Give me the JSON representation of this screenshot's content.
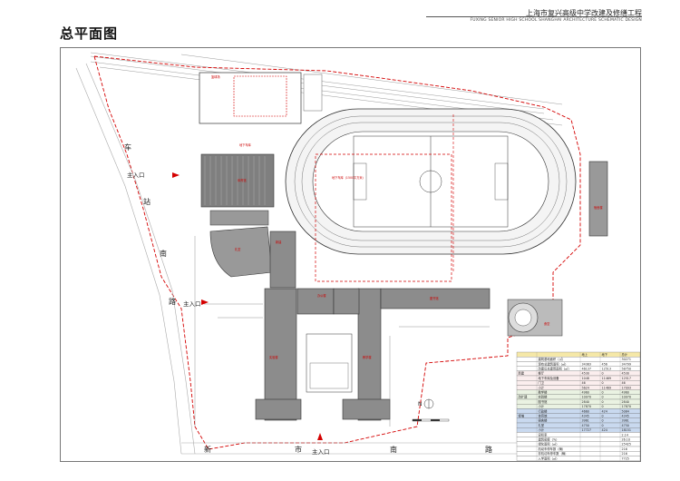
{
  "header": {
    "title_cn": "上海市复兴高级中学改建及修缮工程",
    "title_en": "FUXING SENIOR HIGH SCHOOL SHANGHAI ARCHITECTURE SCHEMATIC DESIGN"
  },
  "page_title": "总平面图",
  "roads": {
    "west": [
      "车",
      "站",
      "南",
      "路"
    ],
    "south": [
      "新",
      "市",
      "南",
      "路"
    ]
  },
  "entrances": [
    "主入口",
    "主入口",
    "主入口"
  ],
  "buildings": {
    "gym": "体育馆",
    "new_teaching": "新建",
    "hall": "礼堂",
    "lab_building": "实验楼",
    "teaching_building": "教学楼",
    "canteen": "食堂",
    "library": "图书馆",
    "office": "办公楼",
    "dorm": "宿舍楼"
  },
  "sports": {
    "pitch": "篮球场",
    "underground_parking": "地下车库",
    "underground_garage_note": "地下车库（1500平方米）"
  },
  "table": {
    "headers": [
      "",
      "",
      "地上",
      "地下",
      "总计"
    ],
    "rows": [
      [
        "",
        "建筑基地面积（㎡）",
        "",
        "",
        "30271"
      ],
      [
        "",
        "现有总建筑面积（㎡）",
        "34383",
        "456",
        "34799"
      ],
      [
        "",
        "改建后总建筑面积（㎡）",
        "46137",
        "12513",
        "58750"
      ],
      [
        "新建",
        "餐厅",
        "4530",
        "0",
        "4530"
      ],
      [
        "",
        "地下车库及设备",
        "1048",
        "11469",
        "12517"
      ],
      [
        "",
        "门卫",
        "46",
        "0",
        "46"
      ],
      [
        "",
        "小计",
        "5624",
        "11469",
        "17093"
      ],
      [
        "",
        "教学楼",
        "4960",
        "0",
        "4960"
      ],
      [
        "改扩建",
        "实验楼",
        "10070",
        "0",
        "10070"
      ],
      [
        "",
        "图书馆",
        "2840",
        "0",
        "2840"
      ],
      [
        "",
        "小计",
        "17870",
        "0",
        "17870"
      ],
      [
        "",
        "行政楼",
        "4660",
        "424",
        "5084"
      ],
      [
        "修缮",
        "体育馆",
        "4345",
        "0",
        "4345"
      ],
      [
        "",
        "宿舍楼",
        "3961",
        "0",
        "3961"
      ],
      [
        "",
        "礼堂",
        "4750",
        "0",
        "4750"
      ],
      [
        "",
        "小计",
        "17727",
        "424",
        "18151"
      ],
      [
        "",
        "容积率",
        "",
        "",
        "2.14"
      ],
      [
        "",
        "建筑密度（%）",
        "",
        "",
        "26.10"
      ],
      [
        "",
        "绿化面积（㎡）",
        "",
        "",
        "25425"
      ],
      [
        "",
        "机动车停车数（辆）",
        "",
        "",
        "216"
      ],
      [
        "",
        "非机动车停车数（辆）",
        "",
        "",
        "216"
      ],
      [
        "",
        "入学面积（㎡）",
        "",
        "",
        "7725"
      ]
    ]
  },
  "north_label": "N",
  "colors": {
    "boundary": "#d40000",
    "building": "#8c8c8c",
    "track": "#ffffff",
    "table_head": "#f5e8a8",
    "table_blue": "#c9d9ef"
  }
}
